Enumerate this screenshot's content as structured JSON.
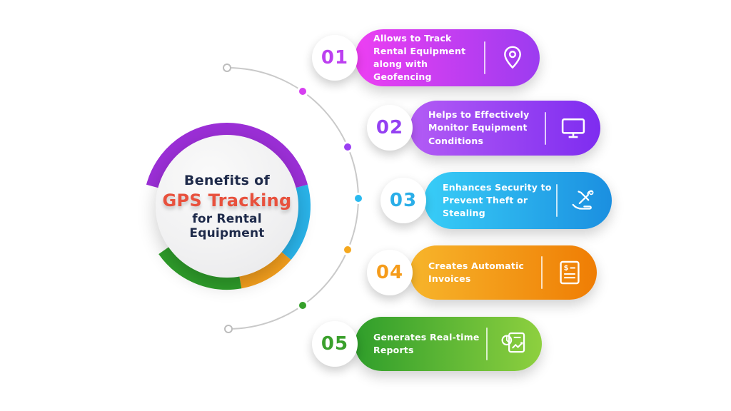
{
  "center": {
    "line1": "Benefits of",
    "line2": "GPS Tracking",
    "line3": "for Rental Equipment",
    "line2_color": "#e8513d",
    "text_color": "#1e2a4a"
  },
  "ring": {
    "purple": "#9b2fd6",
    "cyan": "#2ab4ea",
    "orange": "#f5a01e",
    "green": "#2f9e2b"
  },
  "connector": {
    "line_color": "#c9c9c9",
    "end_dot_fill": "#ffffff",
    "end_dot_border": "#bdbdbd"
  },
  "items": [
    {
      "number": "01",
      "text": "Allows to Track Rental Equipment along with Geofencing",
      "icon": "location-pin-icon",
      "gradient": "linear-gradient(90deg, #ed3ff2, #9c3cf0)",
      "number_color": "#bc3ff0",
      "dot_color": "#d63ff0"
    },
    {
      "number": "02",
      "text": "Helps to Effectively Monitor Equipment Conditions",
      "icon": "monitor-icon",
      "gradient": "linear-gradient(90deg, #b35cf5, #7e2cf0)",
      "number_color": "#9440f2",
      "dot_color": "#9b40f2"
    },
    {
      "number": "03",
      "text": "Enhances Security to Prevent Theft or Stealing",
      "icon": "security-tools-icon",
      "gradient": "linear-gradient(90deg, #38cdf7, #1b8fe0)",
      "number_color": "#2aaee8",
      "dot_color": "#29b9ef"
    },
    {
      "number": "04",
      "text": "Creates Automatic Invoices",
      "icon": "invoice-icon",
      "gradient": "linear-gradient(90deg, #f7b52b, #ef7d04)",
      "number_color": "#f59c1b",
      "dot_color": "#f5a81e"
    },
    {
      "number": "05",
      "text": "Generates Real-time Reports",
      "icon": "report-icon",
      "gradient": "linear-gradient(90deg, #2f9e2b, #8ed03f)",
      "number_color": "#3aa02c",
      "dot_color": "#35a02a"
    }
  ]
}
